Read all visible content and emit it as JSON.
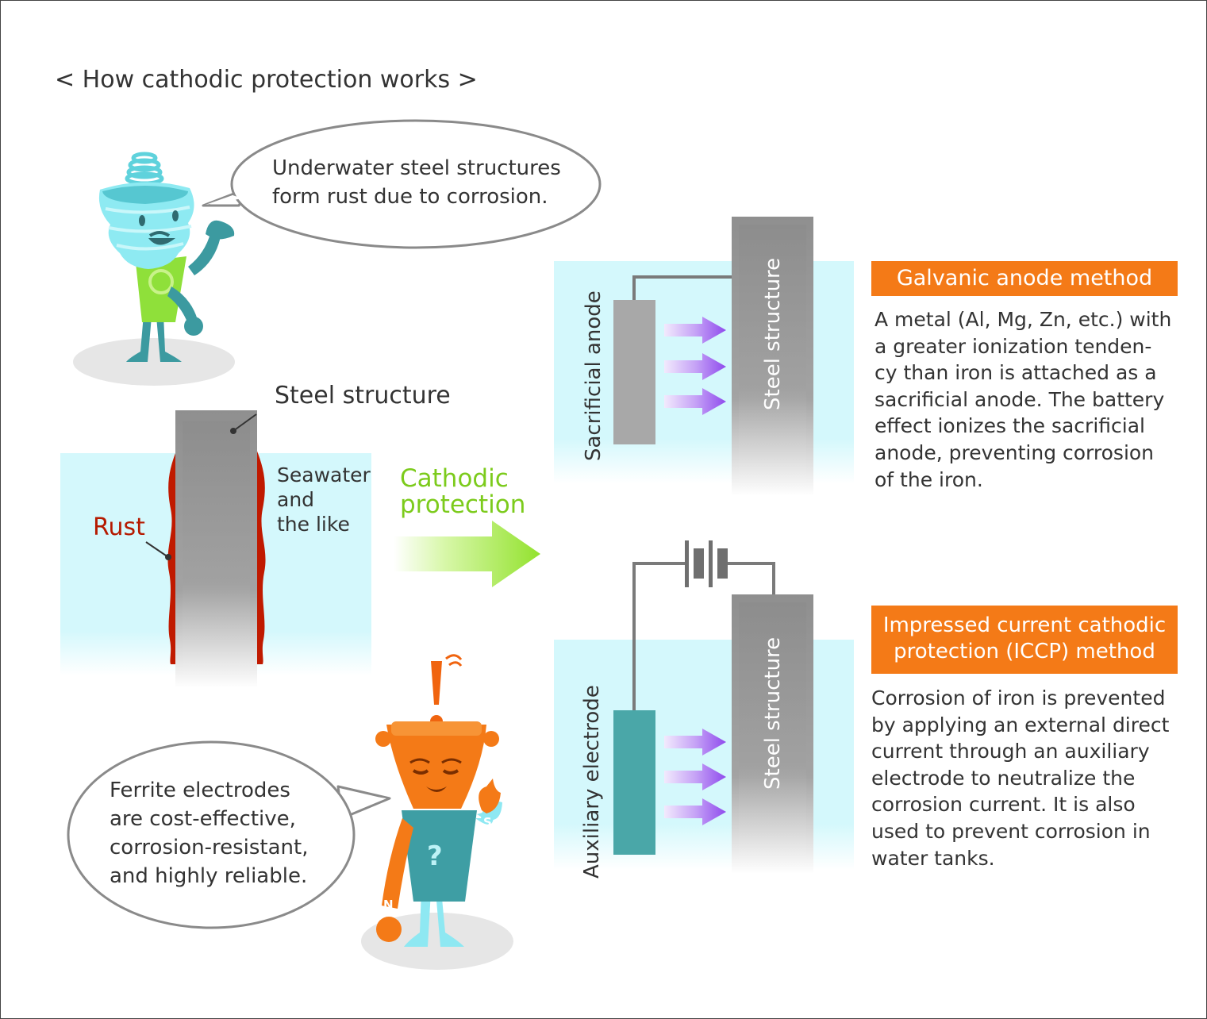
{
  "title": "< How cathodic protection works >",
  "bubble_top": {
    "line1": "Underwater steel structures",
    "line2": "form rust due to corrosion."
  },
  "bubble_bottom": {
    "line1": "Ferrite electrodes",
    "line2": "are cost-effective,",
    "line3": "corrosion-resistant,",
    "line4": "and highly reliable."
  },
  "left_diagram": {
    "steel_label": "Steel structure",
    "seawater_line1": "Seawater",
    "seawater_line2": "and",
    "seawater_line3": "the like",
    "rust_label": "Rust"
  },
  "arrow_label": {
    "line1": "Cathodic",
    "line2": "protection"
  },
  "galvanic": {
    "anode_label": "Sacrificial anode",
    "steel_label": "Steel structure",
    "heading": "Galvanic anode method",
    "desc": [
      "A metal (Al, Mg, Zn, etc.) with",
      "a greater ionization tenden-",
      "cy than iron is attached as a",
      "sacrificial anode. The battery",
      "effect ionizes the sacrificial",
      "anode, preventing corrosion",
      "of the iron."
    ]
  },
  "iccp": {
    "electrode_label": "Auxiliary electrode",
    "steel_label": "Steel structure",
    "heading_line1": "Impressed current cathodic",
    "heading_line2": "protection (ICCP) method",
    "desc": [
      "Corrosion of iron is prevented",
      "by applying an external direct",
      "current through an auxiliary",
      "electrode to neutralize the",
      "corrosion current. It is also",
      "used to prevent corrosion in",
      "water tanks."
    ]
  },
  "characters": {
    "bottom_shirt_mark": "?",
    "north_pole": "N",
    "south_pole": "S"
  },
  "colors": {
    "water": "#d4f8fc",
    "steel": "#9a9a9a",
    "rust": "#c01a00",
    "accent_orange": "#f47a17",
    "arrow_purple": "#9a57ee",
    "protection_green": "#9be63a",
    "electrode_teal": "#4aa7a8",
    "anode_gray": "#a8a8a8"
  }
}
